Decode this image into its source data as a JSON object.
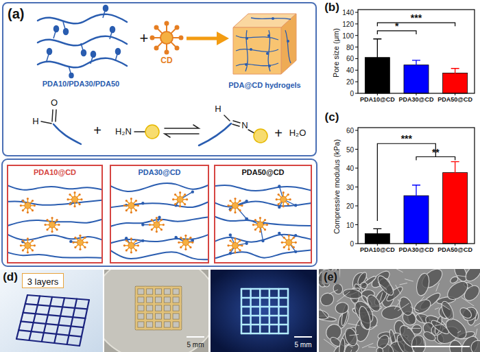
{
  "diagram": {
    "nodes": [
      {
        "text": [
          "(a)"
        ]
      },
      {
        "text": [
          "PDA10@CD"
        ]
      },
      {
        "text": [
          "PDA30@CD"
        ]
      },
      {
        "text": [
          "PDA50@CD"
        ]
      },
      {
        "text": [
          "3 layers"
        ]
      }
    ],
    "labels": [
      "PDA10/PDA30/PDA50",
      "+",
      "CD",
      "PDA@CD hydrogels",
      "O",
      "H",
      "+",
      "H₂N",
      "H",
      "N",
      "+",
      "H₂O",
      "(b)",
      "Pore size (μm)",
      "0",
      "20",
      "40",
      "60",
      "80",
      "100",
      "120",
      "140",
      "PDA10@CD",
      "PDA30@CD",
      "PDA50@CD",
      "*",
      "***",
      "(c)",
      "Compressive modulus (kPa)",
      "0",
      "10",
      "20",
      "30",
      "40",
      "50",
      "60",
      "PDA10@CD",
      "PDA30@CD",
      "PDA50@CD",
      "***",
      "**",
      "(d)",
      "5 mm",
      "5 mm",
      "(e)"
    ]
  }
}
